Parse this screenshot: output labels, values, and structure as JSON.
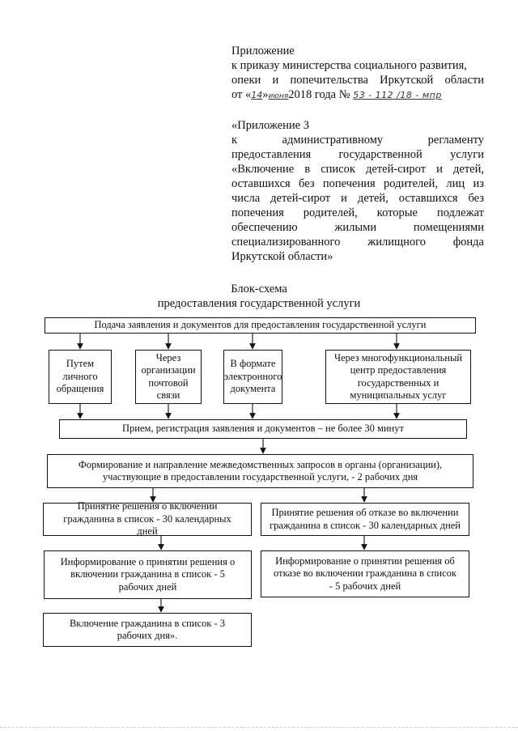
{
  "header": {
    "line1": "Приложение",
    "line2": "к приказу министерства социального развития,",
    "line3": "опеки и попечительства Иркутской области",
    "line4_prefix": "от «",
    "line4_day": "14",
    "line4_mid": "»",
    "line4_month": "июня",
    "line4_year": "2018 года №",
    "line4_number": "53 - 112 /18 - мпр"
  },
  "appendix": {
    "lines": [
      "«Приложение 3",
      "к административному регламенту",
      "предоставления государственной услуги",
      "«Включение в список детей-сирот и детей,",
      "оставшихся без попечения родителей, лиц из",
      "числа детей-сирот и детей, оставшихся без",
      "попечения родителей, которые подлежат",
      "обеспечению жилыми помещениями",
      "специализированного жилищного фонда",
      "Иркутской области»"
    ]
  },
  "scheme_title": {
    "line1": "Блок-схема",
    "line2": "предоставления государственной услуги"
  },
  "flowchart": {
    "submission": "Подача заявления и документов для предоставления государственной услуги",
    "personal": "Путем личного обращения",
    "postal": "Через организации почтовой связи",
    "electronic": "В формате электронного документа",
    "mfc": "Через многофункциональный центр предоставления государственных и муниципальных услуг",
    "registration": "Прием, регистрация заявления и документов – не более 30 минут",
    "requests": "Формирование и направление межведомственных запросов в органы (организации), участвующие в предоставлении государственной услуги, - 2 рабочих дня",
    "decision_include": "Принятие решения о включении гражданина в список - 30 календарных дней",
    "decision_refuse": "Принятие решения об отказе во включении гражданина в список - 30 календарных дней",
    "inform_include": "Информирование о принятии решения о включении гражданина в список - 5 рабочих дней",
    "inform_refuse": "Информирование о принятии решения об отказе во включении гражданина в список - 5 рабочих дней",
    "inclusion": "Включение гражданина в список - 3 рабочих дня»."
  }
}
